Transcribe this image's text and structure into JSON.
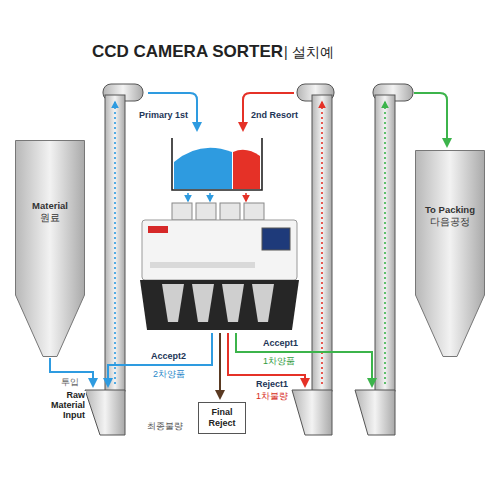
{
  "diagram": {
    "title": "CCD CAMERA SORTER",
    "nodes": [
      {
        "text": [
          "Material",
          "원료"
        ]
      },
      {
        "text": [
          "To Packing",
          "다음공정"
        ]
      },
      {
        "text": [
          "Final Reject",
          "최종불량"
        ]
      }
    ],
    "labels": [
      "| 설치예",
      "Primary 1st",
      "2nd Resort",
      "Accept2",
      "2차양품",
      "Accept1",
      "1차양품",
      "Reject1",
      "1차불량",
      "투입",
      "Raw Material Input"
    ]
  }
}
